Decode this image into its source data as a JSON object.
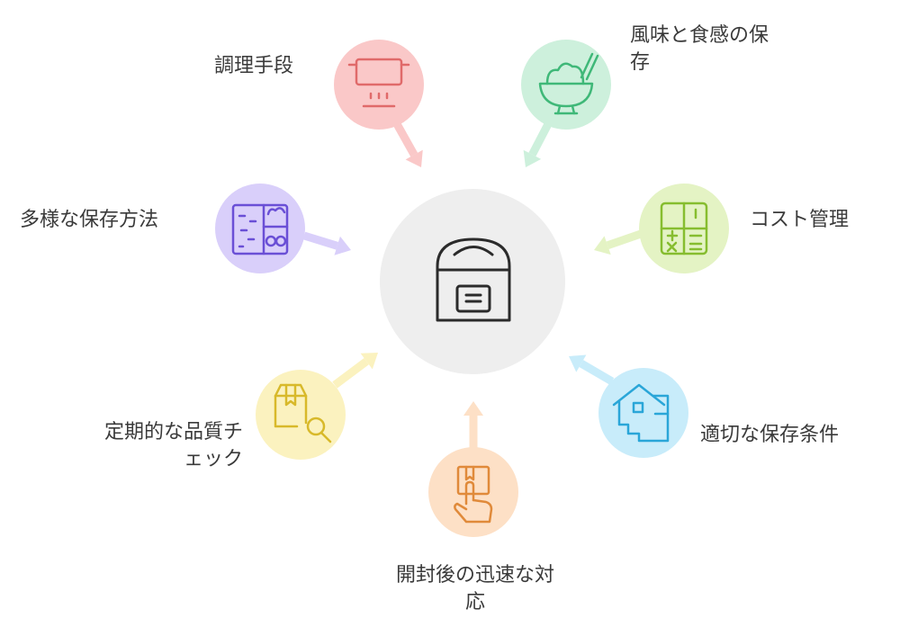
{
  "center": {
    "icon": "rice-cooker-icon",
    "color": "#eeeeee"
  },
  "nodes": [
    {
      "id": "cooking",
      "label_lines": [
        "調理手段"
      ],
      "icon": "cooking-pot-icon",
      "color": "#fac8c8",
      "stroke": "#e06a6a"
    },
    {
      "id": "flavor",
      "label_lines": [
        "風味と食感の保",
        "存"
      ],
      "icon": "rice-bowl-icon",
      "color": "#cdf0dc",
      "stroke": "#3fb878"
    },
    {
      "id": "storage-methods",
      "label_lines": [
        "多様な保存方法"
      ],
      "icon": "bento-box-icon",
      "color": "#d9cffa",
      "stroke": "#6a4fd6"
    },
    {
      "id": "cost",
      "label_lines": [
        "コスト管理"
      ],
      "icon": "calculator-icon",
      "color": "#e4f3c4",
      "stroke": "#86bd2f"
    },
    {
      "id": "quality-check",
      "label_lines": [
        "定期的な品質チ",
        "ェック"
      ],
      "icon": "package-search-icon",
      "color": "#fbf2bf",
      "stroke": "#d8b92a"
    },
    {
      "id": "conditions",
      "label_lines": [
        "適切な保存条件"
      ],
      "icon": "house-icon",
      "color": "#c8ecfa",
      "stroke": "#2aa6d8"
    },
    {
      "id": "after-opening",
      "label_lines": [
        "開封後の迅速な対",
        "応"
      ],
      "icon": "hand-box-icon",
      "color": "#fde0c6",
      "stroke": "#e08a3a"
    }
  ]
}
